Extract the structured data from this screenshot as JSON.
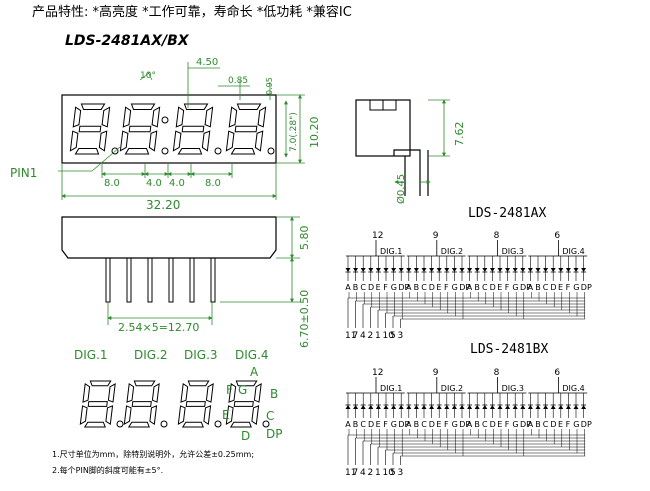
{
  "header": {
    "features": "产品特性: *高亮度 *工作可靠，寿命长 *低功耗 *兼容IC",
    "model": "LDS-2481AX/BX"
  },
  "front_view": {
    "dims": {
      "angle": "10°",
      "pitch_top": "4.50",
      "seg_w": "0.85",
      "small": "0.95",
      "digit_h": "7.0(.28\")",
      "height": "10.20",
      "seg_8a": "8.0",
      "seg_4a": "4.0",
      "seg_4b": "4.0",
      "seg_8b": "8.0",
      "width": "32.20"
    },
    "pin_label": "PIN1"
  },
  "side_view": {
    "dims": {
      "height": "7.62",
      "lead": "Ø0.45"
    }
  },
  "bottom_view": {
    "dims": {
      "body_h": "5.80",
      "lead_len": "6.70±0.50",
      "pitch": "2.54×5=12.70"
    }
  },
  "segment_labels": {
    "digits": [
      "DIG.1",
      "DIG.2",
      "DIG.3",
      "DIG.4"
    ],
    "letters": {
      "a": "A",
      "b": "B",
      "c": "C",
      "d": "D",
      "e": "E",
      "f": "F",
      "g": "G",
      "dp": "DP"
    }
  },
  "schematics": [
    {
      "title": "LDS-2481AX",
      "top_pins": [
        "12",
        "9",
        "8",
        "6"
      ],
      "digit_names": [
        "DIG.1",
        "DIG.2",
        "DIG.3",
        "DIG.4"
      ],
      "seg_letters": [
        "A",
        "B",
        "C",
        "D",
        "E",
        "F",
        "G",
        "DP"
      ],
      "bottom_pins": [
        "11",
        "7",
        "4",
        "2",
        "1",
        "10",
        "5",
        "3"
      ]
    },
    {
      "title": "LDS-2481BX",
      "top_pins": [
        "12",
        "9",
        "8",
        "6"
      ],
      "digit_names": [
        "DIG.1",
        "DIG.2",
        "DIG.3",
        "DIG.4"
      ],
      "seg_letters": [
        "A",
        "B",
        "C",
        "D",
        "E",
        "F",
        "G",
        "DP"
      ],
      "bottom_pins": [
        "11",
        "7",
        "4",
        "2",
        "1",
        "10",
        "5",
        "3"
      ]
    }
  ],
  "notes": [
    "1.尺寸单位为mm，除特别说明外，允许公差±0.25mm;",
    "2.每个PIN脚的斜度可能有±5°."
  ]
}
